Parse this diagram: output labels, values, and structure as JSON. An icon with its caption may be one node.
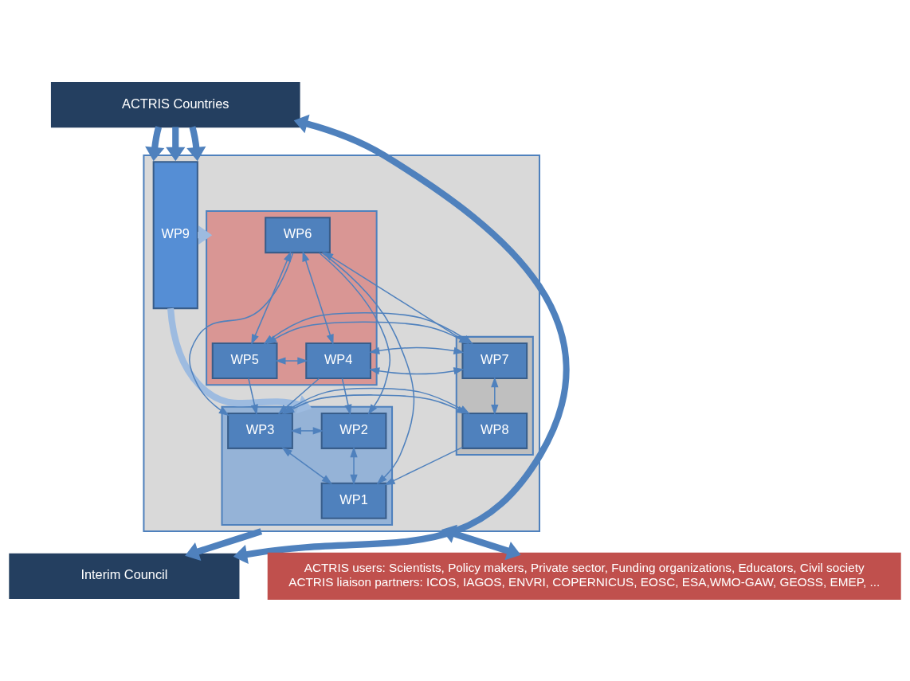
{
  "diagram": {
    "nodes": [
      {
        "text": [
          "ACTRIS Countries"
        ]
      },
      {
        "text": [
          "Interim Council"
        ]
      },
      {
        "text": [
          "ACTRIS users: Scientists, Policy makers, Private sector, Funding organizations, Educators, Civil society",
          "ACTRIS liaison partners: ICOS, IAGOS, ENVRI, COPERNICUS, EOSC, ESA,WMO-GAW, GEOSS, EMEP, ..."
        ]
      },
      {
        "text": [],
        "shape": "box"
      },
      {
        "text": [
          "WP9"
        ],
        "in": 3
      },
      {
        "text": [],
        "shape": "box",
        "in": 3
      },
      {
        "text": [
          "WP6"
        ],
        "in": 5
      },
      {
        "text": [
          "WP5"
        ],
        "in": 5
      },
      {
        "text": [
          "WP4"
        ],
        "in": 5
      },
      {
        "text": [],
        "shape": "box",
        "in": 3
      },
      {
        "text": [
          "WP2"
        ],
        "in": 9
      },
      {
        "text": [
          "WP3"
        ],
        "in": 9
      },
      {
        "text": [
          "WP1"
        ],
        "in": 9
      },
      {
        "text": [],
        "shape": "box",
        "in": 3
      },
      {
        "text": [
          "WP7"
        ],
        "in": 13
      },
      {
        "text": [
          "WP8"
        ],
        "in": 13
      }
    ],
    "edges": [
      {
        "from": 0,
        "to": 3,
        "arrow": "to",
        "style": "thick"
      },
      {
        "from": 0,
        "to": 3,
        "arrow": "to",
        "style": "thick"
      },
      {
        "from": 0,
        "to": 3,
        "arrow": "to",
        "style": "thick"
      },
      {
        "from": 4,
        "to": 5,
        "arrow": "to",
        "style": "thick",
        "color": "#9dbbe0"
      },
      {
        "from": 4,
        "to": 9,
        "arrow": "to",
        "style": "thick",
        "color": "#9dbbe0"
      },
      {
        "from": 3,
        "to": 1,
        "arrow": "to",
        "style": "thick"
      },
      {
        "from": 1,
        "to": 0,
        "arrow": "both",
        "style": "thick"
      },
      {
        "from": 3,
        "to": 2,
        "arrow": "both",
        "style": "thick"
      },
      {
        "from": 6,
        "to": 7,
        "arrow": "both"
      },
      {
        "from": 6,
        "to": 8,
        "arrow": "both"
      },
      {
        "from": 7,
        "to": 8,
        "arrow": "both"
      },
      {
        "from": 8,
        "to": 14,
        "arrow": "both"
      },
      {
        "from": 7,
        "to": 14,
        "arrow": "both"
      },
      {
        "from": 14,
        "to": 6,
        "arrow": "to"
      },
      {
        "from": 6,
        "to": 10,
        "arrow": "to"
      },
      {
        "from": 6,
        "to": 12,
        "arrow": "to"
      },
      {
        "from": 6,
        "to": 11,
        "arrow": "to"
      },
      {
        "from": 7,
        "to": 11,
        "arrow": "to"
      },
      {
        "from": 8,
        "to": 10,
        "arrow": "to"
      },
      {
        "from": 8,
        "to": 11,
        "arrow": "to"
      },
      {
        "from": 10,
        "to": 11,
        "arrow": "both"
      },
      {
        "from": 10,
        "to": 12,
        "arrow": "both"
      },
      {
        "from": 11,
        "to": 12,
        "arrow": "both"
      },
      {
        "from": 11,
        "to": 15,
        "arrow": "both"
      },
      {
        "from": 14,
        "to": 15,
        "arrow": "both"
      },
      {
        "from": 15,
        "to": 12,
        "arrow": "to"
      }
    ]
  }
}
